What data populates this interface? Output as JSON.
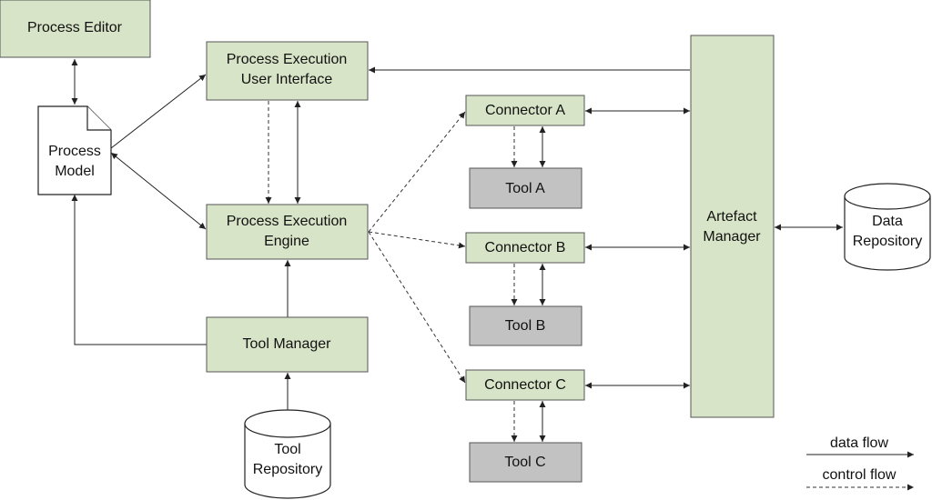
{
  "colors": {
    "component_fill": "#d8e4c7",
    "tool_fill": "#c2c2c2",
    "outline": "#555555",
    "line": "#222222"
  },
  "nodes": {
    "process_editor": "Process Editor",
    "process_model": [
      "Process",
      "Model"
    ],
    "peui": [
      "Process Execution",
      "User Interface"
    ],
    "pee": [
      "Process Execution",
      "Engine"
    ],
    "tool_manager": "Tool Manager",
    "tool_repository": [
      "Tool",
      "Repository"
    ],
    "connector_a": "Connector A",
    "connector_b": "Connector B",
    "connector_c": "Connector C",
    "tool_a": "Tool A",
    "tool_b": "Tool B",
    "tool_c": "Tool C",
    "artefact_manager": [
      "Artefact",
      "Manager"
    ],
    "data_repository": [
      "Data",
      "Repository"
    ]
  },
  "legend": {
    "data_flow": "data flow",
    "control_flow": "control flow"
  }
}
